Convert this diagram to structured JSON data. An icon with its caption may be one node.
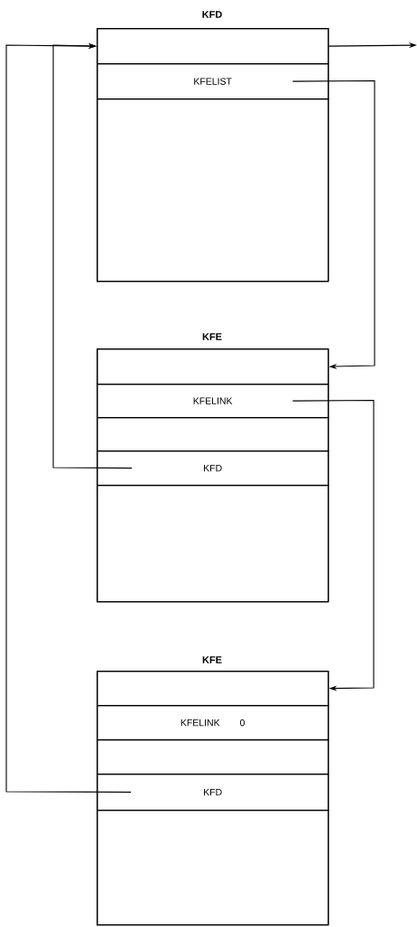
{
  "diagram": {
    "nodes": [
      {
        "text": [
          "KFD"
        ]
      },
      {
        "text": [],
        "shape": "box",
        "in": 0
      },
      {
        "text": [
          "KFELIST"
        ],
        "in": 0
      },
      {
        "text": [],
        "shape": "box",
        "in": 0
      },
      {
        "text": [
          "KFE"
        ]
      },
      {
        "text": [],
        "shape": "box",
        "in": 4
      },
      {
        "text": [
          "KFELINK"
        ],
        "in": 4
      },
      {
        "text": [],
        "shape": "box",
        "in": 4
      },
      {
        "text": [
          "KFD"
        ],
        "in": 4
      },
      {
        "text": [],
        "shape": "box",
        "in": 4
      },
      {
        "text": [
          "KFE"
        ]
      },
      {
        "text": [],
        "shape": "box",
        "in": 10
      },
      {
        "text": [
          "KFELINK",
          "0"
        ],
        "in": 10
      },
      {
        "text": [],
        "shape": "box",
        "in": 10
      },
      {
        "text": [
          "KFD"
        ],
        "in": 10
      },
      {
        "text": [],
        "shape": "box",
        "in": 10
      }
    ],
    "edges": [
      {
        "from": 1,
        "to": null,
        "arrow": "to"
      },
      {
        "from": 2,
        "to": 5,
        "arrow": "to"
      },
      {
        "from": 6,
        "to": 11,
        "arrow": "to"
      },
      {
        "from": 8,
        "to": 1,
        "arrow": "to"
      },
      {
        "from": 14,
        "to": 1,
        "arrow": "to"
      }
    ]
  }
}
